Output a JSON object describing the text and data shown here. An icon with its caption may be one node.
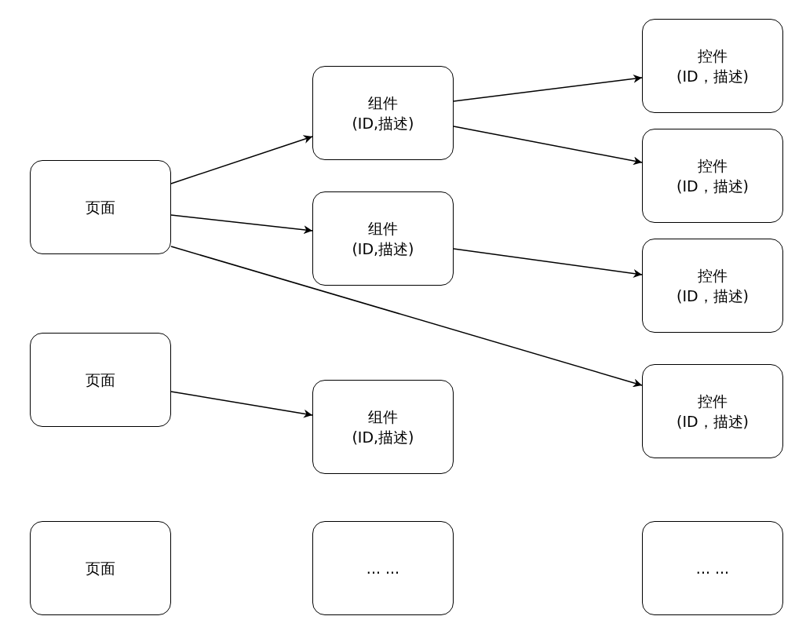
{
  "diagram": {
    "nodes": [
      {
        "text": [
          "页面"
        ]
      },
      {
        "text": [
          "页面"
        ]
      },
      {
        "text": [
          "页面"
        ]
      },
      {
        "text": [
          "组件",
          "(ID,描述)"
        ]
      },
      {
        "text": [
          "组件",
          "(ID,描述)"
        ]
      },
      {
        "text": [
          "组件",
          "(ID,描述)"
        ]
      },
      {
        "text": [
          "... ..."
        ]
      },
      {
        "text": [
          "控件",
          "(ID，描述)"
        ]
      },
      {
        "text": [
          "控件",
          "(ID，描述)"
        ]
      },
      {
        "text": [
          "控件",
          "(ID，描述)"
        ]
      },
      {
        "text": [
          "控件",
          "(ID，描述)"
        ]
      },
      {
        "text": [
          "... ..."
        ]
      }
    ],
    "edges": [
      {
        "from": 0,
        "to": 3,
        "arrow": "to"
      },
      {
        "from": 0,
        "to": 4,
        "arrow": "to"
      },
      {
        "from": 0,
        "to": 10,
        "arrow": "to"
      },
      {
        "from": 3,
        "to": 7,
        "arrow": "to"
      },
      {
        "from": 3,
        "to": 8,
        "arrow": "to"
      },
      {
        "from": 4,
        "to": 9,
        "arrow": "to"
      },
      {
        "from": 1,
        "to": 5,
        "arrow": "to"
      }
    ]
  }
}
